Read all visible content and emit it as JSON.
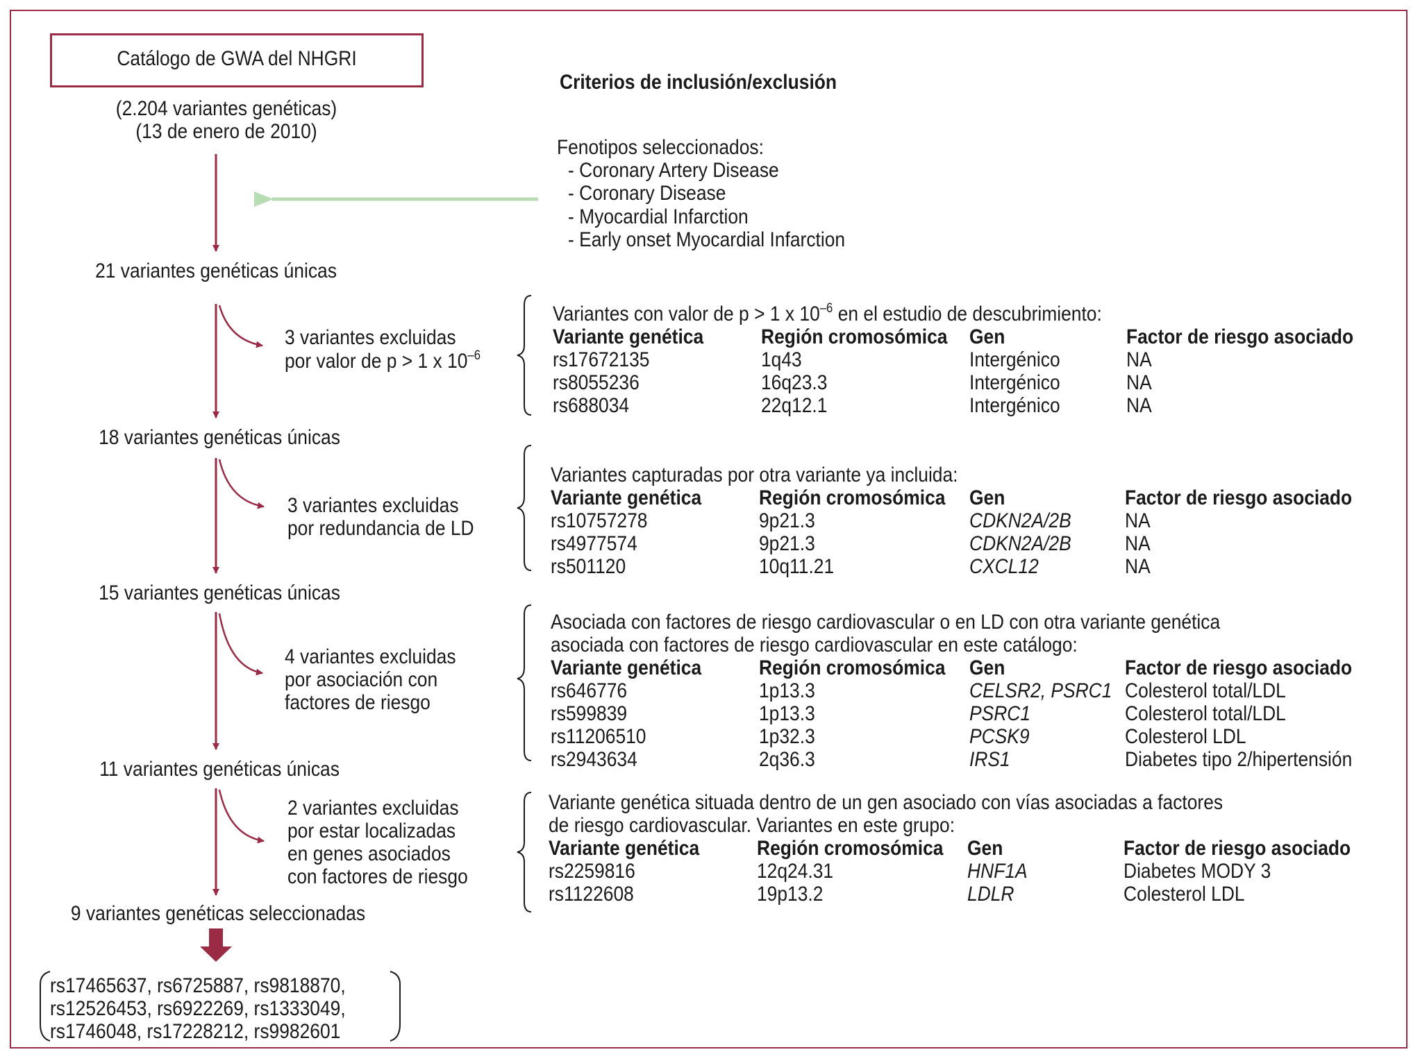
{
  "colors": {
    "accent": "#9b2a45",
    "green_arrow": "#b8dcb4",
    "text": "#1a1a1a"
  },
  "source": {
    "title": "Catálogo de GWA del NHGRI",
    "line1": "(2.204 variantes genéticas)",
    "line2": "(13 de enero de 2010)"
  },
  "criteria": {
    "heading": "Criterios de inclusión/exclusión",
    "phenotypes_label": "Fenotipos seleccionados:",
    "phenotypes": [
      "- Coronary Artery Disease",
      "- Coronary Disease",
      "- Myocardial Infarction",
      "- Early onset Myocardial Infarction"
    ]
  },
  "stages": [
    "21 variantes genéticas únicas",
    "18 variantes genéticas únicas",
    "15 variantes genéticas únicas",
    "11 variantes genéticas únicas",
    "9 variantes genéticas seleccionadas"
  ],
  "exclusions": {
    "e1": {
      "line1": "3 variantes excluidas",
      "line2_pre": "por valor de p > 1 x 10",
      "line2_sup": "–6"
    },
    "e2": [
      "3 variantes excluidas",
      "por redundancia de LD"
    ],
    "e3": [
      "4 variantes excluidas",
      "por asociación con",
      "factores de riesgo"
    ],
    "e4": [
      "2 variantes excluidas",
      "por estar localizadas",
      "en genes asociados",
      "con factores de riesgo"
    ]
  },
  "headers": {
    "variant": "Variante genética",
    "region": "Región cromosómica",
    "gene": "Gen",
    "factor": "Factor de riesgo asociado"
  },
  "tables": {
    "t1": {
      "desc_pre": "Variantes con valor de p > 1 x 10",
      "desc_sup": "–6",
      "desc_post": " en el estudio de descubrimiento:",
      "rows": [
        [
          "rs17672135",
          "1q43",
          "Intergénico",
          "NA"
        ],
        [
          "rs8055236",
          "16q23.3",
          "Intergénico",
          "NA"
        ],
        [
          "rs688034",
          "22q12.1",
          "Intergénico",
          "NA"
        ]
      ]
    },
    "t2": {
      "desc": [
        "Variantes capturadas por otra variante ya incluida:"
      ],
      "rows": [
        [
          "rs10757278",
          "9p21.3",
          "CDKN2A/2B",
          "NA"
        ],
        [
          "rs4977574",
          "9p21.3",
          "CDKN2A/2B",
          "NA"
        ],
        [
          "rs501120",
          "10q11.21",
          "CXCL12",
          "NA"
        ]
      ]
    },
    "t3": {
      "desc": [
        "Asociada con factores de riesgo cardiovascular o en LD con otra variante genética",
        "asociada con factores de riesgo cardiovascular en este catálogo:"
      ],
      "rows": [
        [
          "rs646776",
          "1p13.3",
          "CELSR2, PSRC1",
          "Colesterol total/LDL"
        ],
        [
          "rs599839",
          "1p13.3",
          "PSRC1",
          "Colesterol total/LDL"
        ],
        [
          "rs11206510",
          "1p32.3",
          "PCSK9",
          "Colesterol LDL"
        ],
        [
          "rs2943634",
          "2q36.3",
          "IRS1",
          "Diabetes tipo 2/hipertensión"
        ]
      ]
    },
    "t4": {
      "desc": [
        "Variante genética situada dentro de un gen asociado con vías asociadas a factores",
        "de riesgo cardiovascular. Variantes en este grupo:"
      ],
      "rows": [
        [
          "rs2259816",
          "12q24.31",
          "HNF1A",
          "Diabetes MODY 3"
        ],
        [
          "rs1122608",
          "19p13.2",
          "LDLR",
          "Colesterol LDL"
        ]
      ]
    }
  },
  "selected": [
    "rs17465637, rs6725887, rs9818870,",
    "rs12526453, rs6922269, rs1333049,",
    "rs1746048, rs17228212, rs9982601"
  ]
}
